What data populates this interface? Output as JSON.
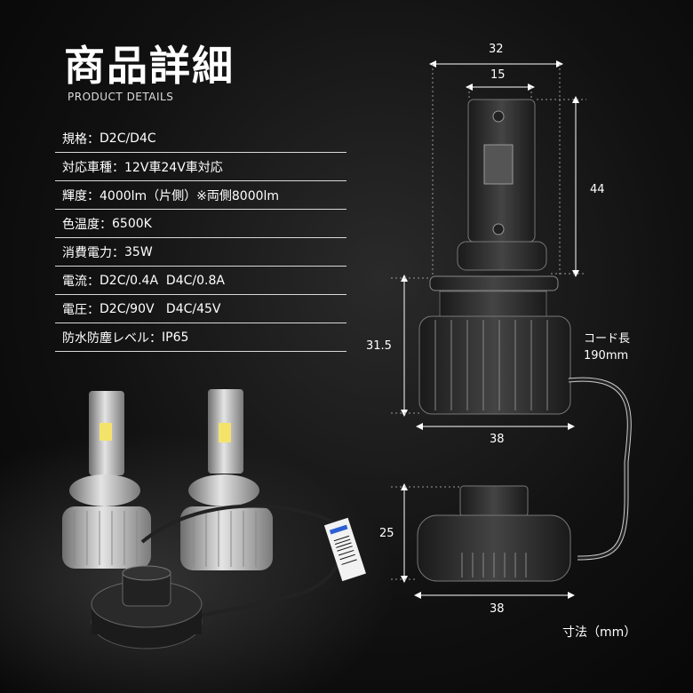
{
  "header": {
    "title": "商品詳細",
    "subtitle": "PRODUCT DETAILS"
  },
  "specs": [
    {
      "label": "規格：",
      "value": "D2C/D4C"
    },
    {
      "label": "対応車種：",
      "value": "12V車24V車対応"
    },
    {
      "label": "輝度：",
      "value": "4000lm（片側）※両側8000lm"
    },
    {
      "label": "色温度：",
      "value": "6500K"
    },
    {
      "label": "消費電力：",
      "value": "35W"
    },
    {
      "label": "電流：",
      "value": "D2C/0.4A  D4C/0.8A"
    },
    {
      "label": "電圧：",
      "value": "D2C/90V   D4C/45V"
    },
    {
      "label": "防水防塵レベル：",
      "value": "IP65"
    }
  ],
  "dimensions": {
    "top_width": "32",
    "neck_width": "15",
    "height_top": "44",
    "height_base": "31.5",
    "base_width": "38",
    "ballast_height": "25",
    "ballast_width": "38"
  },
  "cord": {
    "label": "コード長",
    "length": "190mm"
  },
  "unit_note": "寸法（mm）",
  "colors": {
    "background": "#111111",
    "text": "#ffffff",
    "bulb_metal": "#c8c8c8"
  }
}
